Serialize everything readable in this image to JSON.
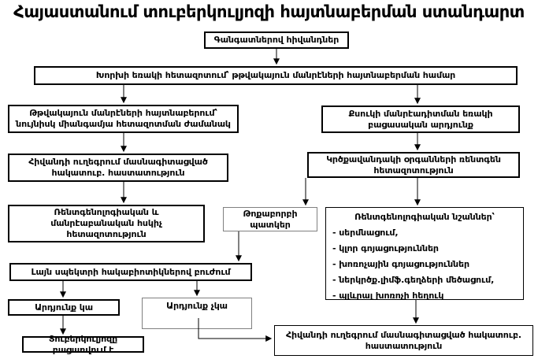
{
  "title": "Հայաստանում տուբերկուլյոզի հայտնաբերման ստանդարտ",
  "colors": {
    "ink": "#000000",
    "paper": "#ffffff",
    "shadow": "#b5b5b5"
  },
  "boxes": {
    "complaints": {
      "text": "Գանգատներով հիվանդներ"
    },
    "sputum_exam": {
      "text": "Խորխի եռակի հետազոտում՝ թթվակայուն մանրէների հայտնաբերման համար"
    },
    "afb_detected": {
      "lines": [
        "Թթվակայուն մանրէների հայտնաբերում՝",
        "նույնիսկ միանգամյա հետազոտման ժամանակ"
      ]
    },
    "smear_negative": {
      "lines": [
        "Քսուկի մանրէադիտման եռակի",
        "բացասական արդյունք"
      ]
    },
    "referral_top": {
      "lines": [
        "Հիվանդի ուղեգրում մասնագիտացված",
        "հակատուբ. հաստատություն"
      ]
    },
    "chest_xray": {
      "lines": [
        "Կրծքավանդակի օրգանների ռենտգեն",
        "հետազոտություն"
      ]
    },
    "control_exam": {
      "lines": [
        "Ռենտգենոլոգիական և",
        "մանրէաբանական հսկիչ",
        "հետազոտություն"
      ]
    },
    "pneumonia_picture": {
      "lines": [
        "Թոքաբորբի",
        "պատկեր"
      ]
    },
    "xray_signs": {
      "header": "Ռենտգենոլոգիական նշաններ՝",
      "items": [
        "- սերմնացում,",
        "- կլոր գոյացություններ",
        "- խոռոչային գոյացություններ",
        "- ներկրծք.լիմֆ.գեղձերի մեծացում,",
        "- պլևրալ խոռոչի հեղուկ"
      ]
    },
    "antibiotic_treatment": {
      "text": "Լայն սպեկտրի հակաբիոտիկներով բուժում"
    },
    "result_yes": {
      "text": "Արդյունք կա"
    },
    "result_no": {
      "text": "Արդյունք չկա"
    },
    "tb_excluded": {
      "text": "Տուբերկուլյոզը բացառվում է"
    },
    "referral_bottom": {
      "lines": [
        "Հիվանդի ուղեգրում մասնագիտացված հակատուբ.",
        "հաստատություն"
      ]
    }
  }
}
